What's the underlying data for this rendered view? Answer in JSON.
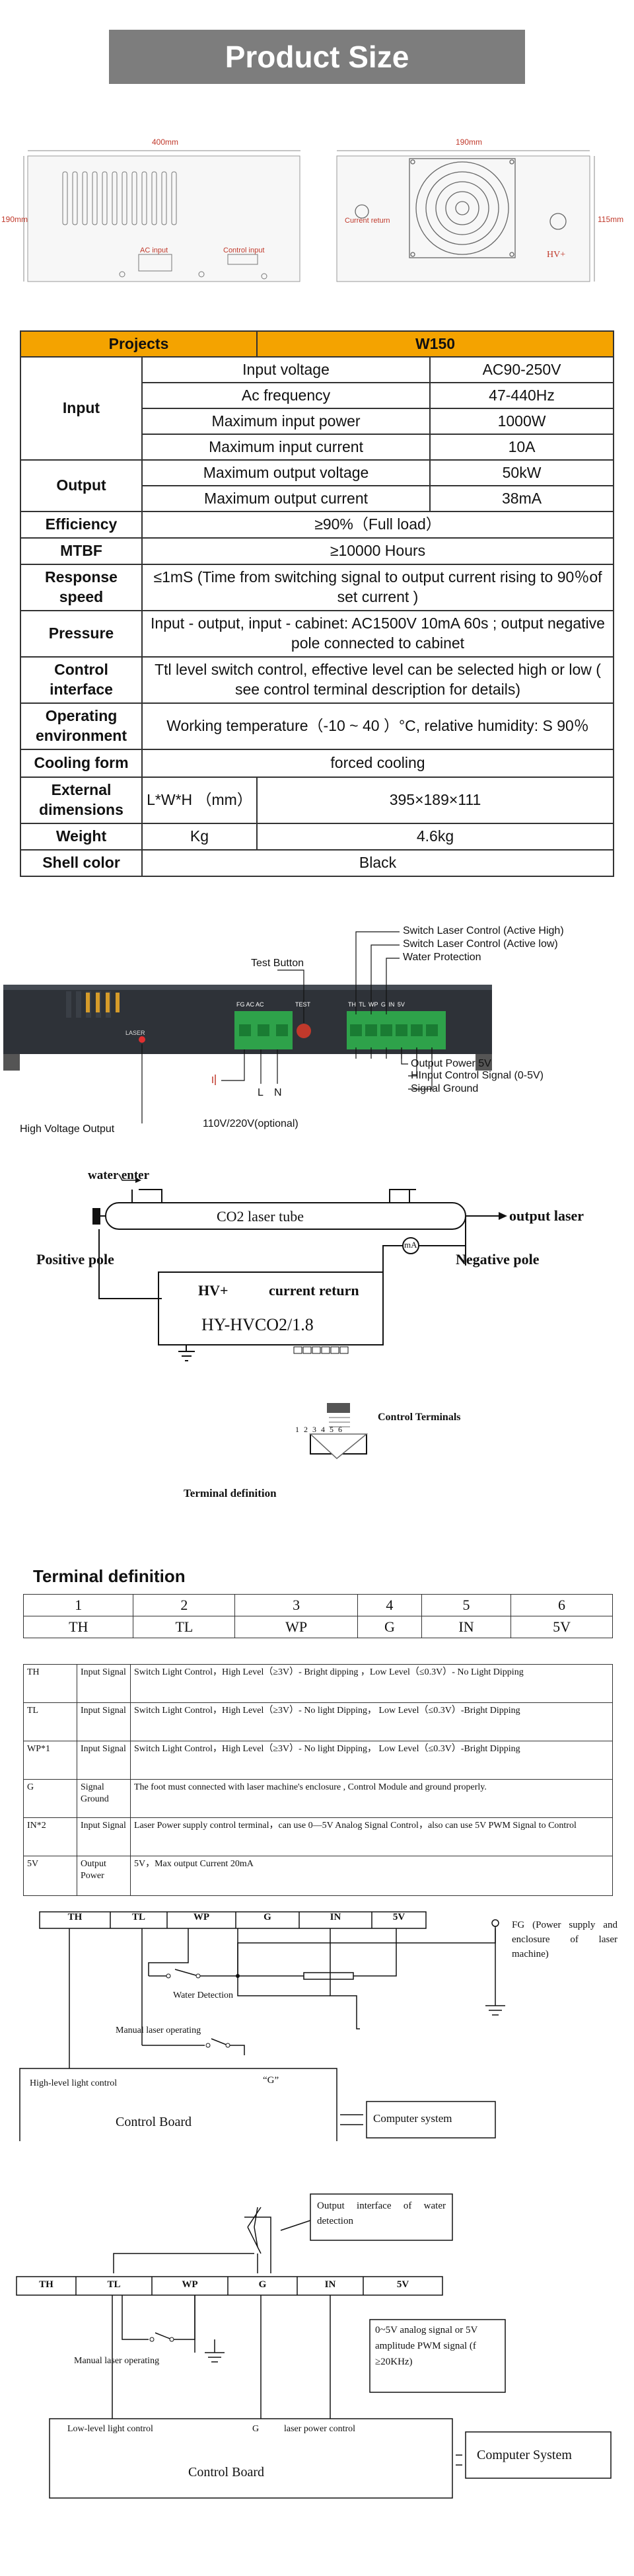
{
  "title": "Product Size",
  "dims": {
    "front_width": "400mm",
    "front_height": "190mm",
    "back_width": "190mm",
    "back_height": "115mm",
    "ac_input": "AC input",
    "control_input": "Control input",
    "current_return": "Current return",
    "hv_plus": "HV+"
  },
  "spec": {
    "header": [
      "Projects",
      "W150"
    ],
    "input_label": "Input",
    "input_rows": [
      [
        "Input voltage",
        "AC90-250V"
      ],
      [
        "Ac frequency",
        "47-440Hz"
      ],
      [
        "Maximum input power",
        "1000W"
      ],
      [
        "Maximum input current",
        "10A"
      ]
    ],
    "output_label": "Output",
    "output_rows": [
      [
        "Maximum output voltage",
        "50kW"
      ],
      [
        "Maximum output current",
        "38mA"
      ]
    ],
    "rows": [
      [
        "Efficiency",
        "≥90%（Full load）"
      ],
      [
        "MTBF",
        "≥10000 Hours"
      ],
      [
        "Response speed",
        "≤1mS (Time from switching signal to output current rising to 90％of set current )"
      ],
      [
        "Pressure",
        "Input - output, input - cabinet: AC1500V 10mA 60s ; output negative pole connected to cabinet"
      ],
      [
        "Control interface",
        "Ttl level switch control, effective level can be selected high or low ( see control terminal description for details)"
      ],
      [
        "Operating environment",
        "Working temperature（-10 ~ 40 ）°C, relative humidity: S 90％"
      ],
      [
        "Cooling form",
        "forced cooling"
      ]
    ],
    "ext_label": "External dimensions",
    "ext_unit": "L*W*H （mm）",
    "ext_value": "395×189×111",
    "weight_label": "Weight",
    "weight_unit": "Kg",
    "weight_value": "4.6kg",
    "shell_label": "Shell color",
    "shell_value": "Black"
  },
  "device": {
    "test_button": "Test Button",
    "switch_high": "Switch Laser Control (Active High)",
    "switch_low": "Switch Laser Control (Active low)",
    "water_protection": "Water Protection",
    "output_power": "Output Power 5V",
    "hinput": "HInput Control Signal (0-5V)",
    "signal_ground": "Signal Ground",
    "hv_output": "High Voltage Output",
    "voltage": "110V/220V(optional)",
    "laser": "LASER",
    "fg_label": "FG  AC  AC",
    "test_label": "TEST",
    "l": "L",
    "n": "N",
    "terminal_codes": "TH TL WP G  IN 5V"
  },
  "wiring": {
    "water_enter": "water enter",
    "tube": "CO2 laser tube",
    "output_laser": "output laser",
    "positive": "Positive pole",
    "negative": "Negative pole",
    "ma": "mA",
    "hv_plus": "HV+",
    "current_return": "current return",
    "model": "HY-HVCO2/1.8",
    "control_terminals": "Control Terminals",
    "pin_numbers": "1 2 3 4 5 6",
    "terminal_definition": "Terminal definition"
  },
  "terminal": {
    "title": "Terminal definition",
    "numbers": [
      "1",
      "2",
      "3",
      "4",
      "5",
      "6"
    ],
    "codes": [
      "TH",
      "TL",
      "WP",
      "G",
      "IN",
      "5V"
    ],
    "rows": [
      [
        "TH",
        "Input Signal",
        "Switch Light Control，High Level（≥3V）- Bright dipping ，Low Level（≤0.3V）- No Light Dipping"
      ],
      [
        "TL",
        "Input Signal",
        "Switch Light Control，High Level（≥3V）- No light Dipping，  Low Level（≤0.3V）-Bright Dipping"
      ],
      [
        "WP*1",
        "Input Signal",
        "Switch Light Control，High Level（≥3V）- No light Dipping，  Low Level（≤0.3V）-Bright Dipping"
      ],
      [
        "G",
        "Signal Ground",
        "The foot must connected with laser machine's enclosure , Control Module and ground properly."
      ],
      [
        "IN*2",
        "Input Signal",
        "Laser Power supply control terminal，can use 0—5V Analog Signal Control，also can use 5V PWM Signal   to Control"
      ],
      [
        "5V",
        "Output Power",
        "5V，Max output Current 20mA"
      ]
    ]
  },
  "diagram1": {
    "codes": [
      "TH",
      "TL",
      "WP",
      "G",
      "IN",
      "5V"
    ],
    "fg": "FG (Power supply and enclosure of laser machine)",
    "water_detection": "Water Detection",
    "manual": "Manual laser operating",
    "high_level": "High-level light control",
    "g": "“G”",
    "control_board": "Control Board",
    "computer": "Computer system"
  },
  "diagram2": {
    "codes": [
      "TH",
      "TL",
      "WP",
      "G",
      "IN",
      "5V"
    ],
    "output_interface": "Output interface of water detection",
    "manual": "Manual laser operating",
    "analog": "0~5V analog signal or 5V amplitude PWM signal (f ≥20KHz)",
    "low_level": "Low-level light control",
    "g": "G",
    "laser_power": "laser power control",
    "control_board": "Control Board",
    "computer": "Computer System"
  }
}
